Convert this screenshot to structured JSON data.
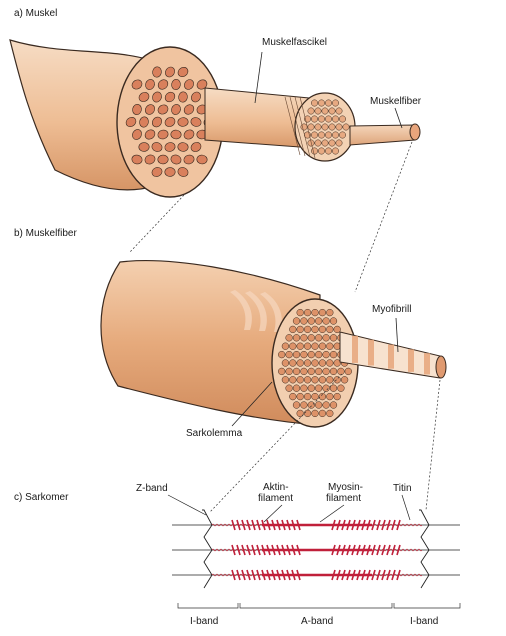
{
  "panels": {
    "a": {
      "heading": "a)  Muskel",
      "labels": {
        "fascicle": "Muskelfascikel",
        "fiber": "Muskelfiber"
      }
    },
    "b": {
      "heading": "b)  Muskelfiber",
      "labels": {
        "myofibril": "Myofibrill",
        "sarcolemma": "Sarkolemma"
      }
    },
    "c": {
      "heading": "c)  Sarkomer",
      "labels": {
        "zband": "Z-band",
        "actin_1": "Aktin-",
        "actin_2": "filament",
        "myosin_1": "Myosin-",
        "myosin_2": "filament",
        "titin": "Titin"
      },
      "bands": {
        "i_left": "I-band",
        "a": "A-band",
        "i_right": "I-band"
      }
    }
  },
  "colors": {
    "muscle_light": "#f5d7bb",
    "muscle_mid": "#e8b48a",
    "muscle_dark": "#c98556",
    "bundle_fill": "#d9805c",
    "outline": "#3a2a20",
    "filament_red": "#c0203a",
    "titin_red": "#d02a3e",
    "thin_line": "#222222"
  }
}
